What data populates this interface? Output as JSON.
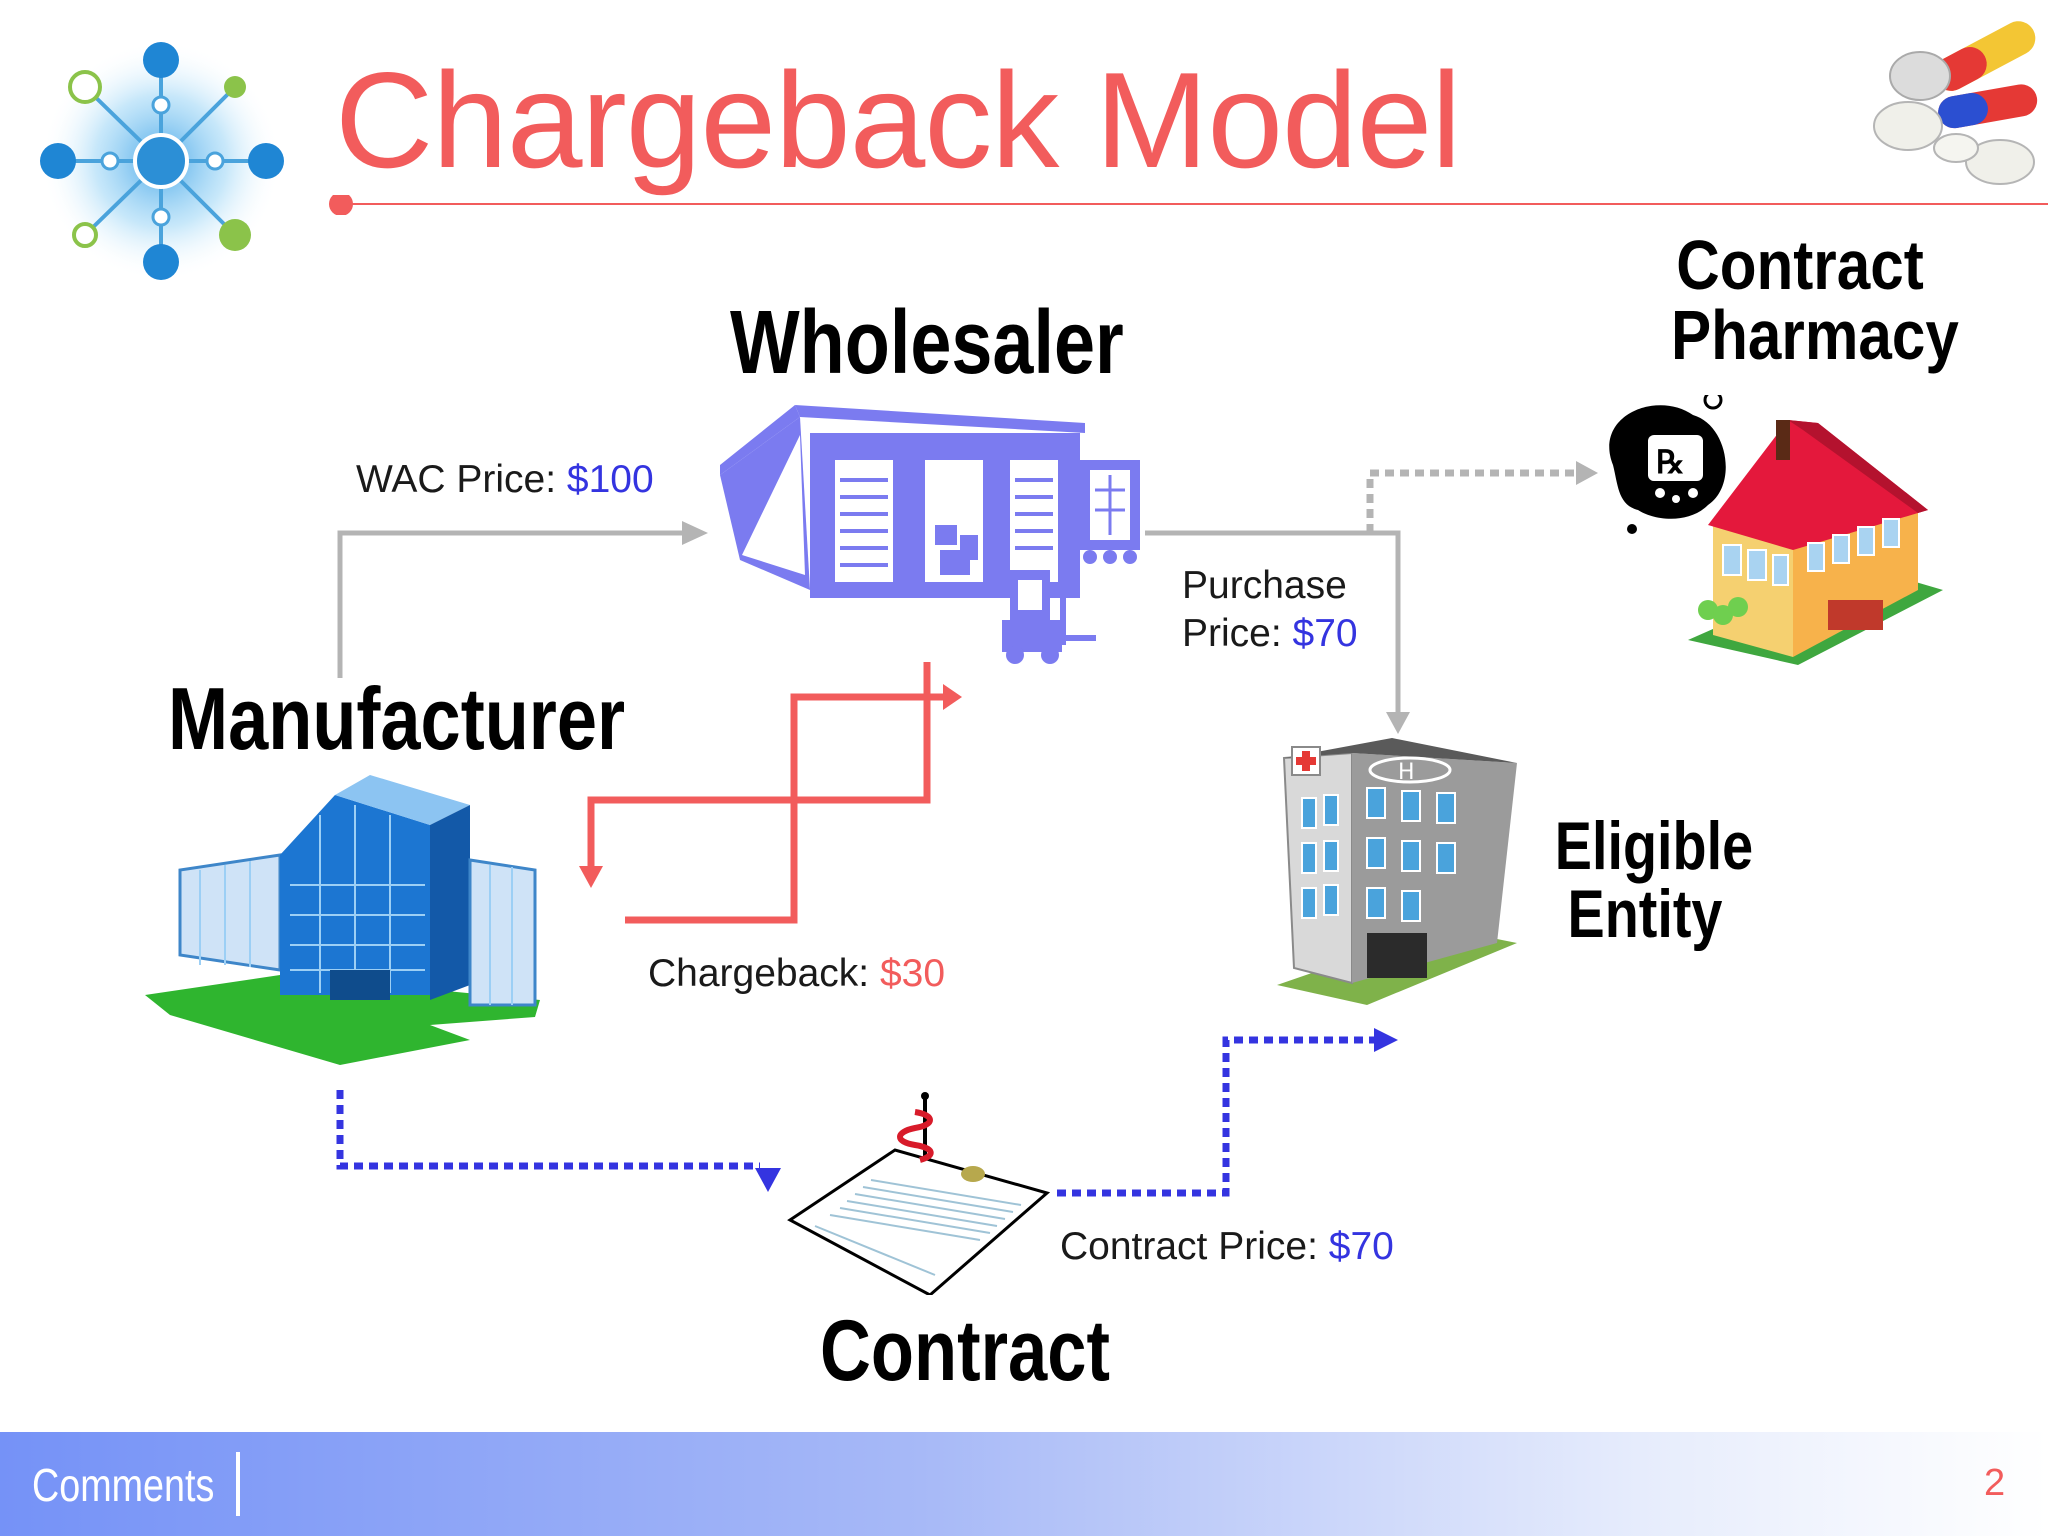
{
  "slide": {
    "title": "Chargeback Model",
    "page_number": "2"
  },
  "footer": {
    "comments_label": "Comments"
  },
  "entities": {
    "wholesaler": "Wholesaler",
    "manufacturer": "Manufacturer",
    "contract_pharmacy_line1": "Contract",
    "contract_pharmacy_line2": "Pharmacy",
    "eligible_entity_line1": "Eligible",
    "eligible_entity_line2": "Entity",
    "contract": "Contract"
  },
  "flows": {
    "wac_label": "WAC Price:",
    "wac_value": "$100",
    "purchase_label_line1": "Purchase",
    "purchase_label_line2": "Price:",
    "purchase_value": "$70",
    "chargeback_label": "Chargeback:",
    "chargeback_value": "$30",
    "contract_price_label": "Contract Price:",
    "contract_price_value": "$70"
  },
  "colors": {
    "title": "#f25c5c",
    "price_value": "#3434e0",
    "chargeback": "#f25c5c",
    "gray_arrow": "#b4b4b4",
    "blue_dotted": "#3434e0",
    "warehouse": "#7b7bf0"
  }
}
